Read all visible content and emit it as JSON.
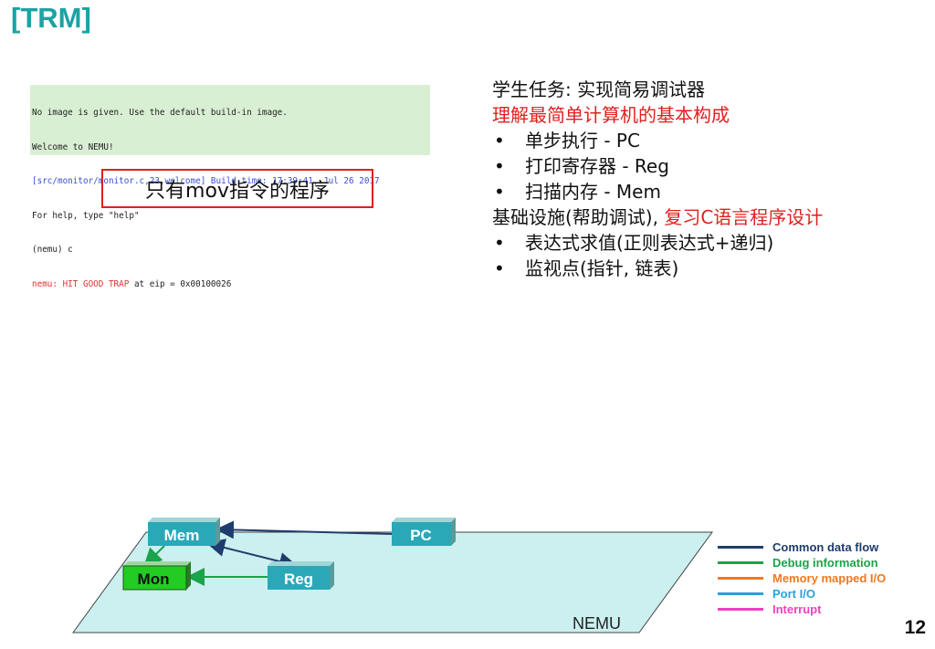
{
  "title": "[TRM]",
  "terminal": {
    "lines": [
      {
        "text": "No image is given. Use the default build-in image.",
        "color": "#222222"
      },
      {
        "text": "Welcome to NEMU!",
        "color": "#222222"
      },
      {
        "text": "[src/monitor/monitor.c,23,welcome] Build time: 17:39:41, Jul 26 2017",
        "color": "#3a4fd0"
      },
      {
        "text": "For help, type \"help\"",
        "color": "#222222"
      },
      {
        "text": "(nemu) c",
        "color": "#222222"
      }
    ],
    "trap_prefix": "nemu: HIT GOOD TRAP",
    "trap_suffix": " at eip = 0x00100026"
  },
  "mov_label": "只有mov指令的程序",
  "tasks": {
    "header": "学生任务: 实现简易调试器",
    "subheader": "理解最简单计算机的基本构成",
    "items1": [
      "单步执行 - PC",
      "打印寄存器 - Reg",
      "扫描内存 - Mem"
    ],
    "infra_prefix": "基础设施(帮助调试), ",
    "infra_red": "复习C语言程序设计",
    "items2": [
      "表达式求值(正则表达式+递归)",
      "监视点(指针, 链表)"
    ]
  },
  "diagram": {
    "platform_label": "NEMU",
    "nodes": {
      "mem": "Mem",
      "pc": "PC",
      "mon": "Mon",
      "reg": "Reg"
    }
  },
  "legend": [
    {
      "label": "Common data flow",
      "color": "#1f3c6e"
    },
    {
      "label": "Debug information",
      "color": "#1aa34a"
    },
    {
      "label": "Memory mapped I/O",
      "color": "#f07820"
    },
    {
      "label": "Port I/O",
      "color": "#2aa0e0"
    },
    {
      "label": "Interrupt",
      "color": "#f040c0"
    }
  ],
  "page_number": "12"
}
